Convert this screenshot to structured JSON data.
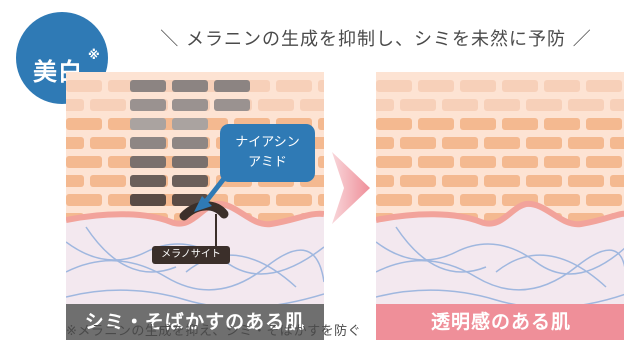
{
  "badge": {
    "label": "美白",
    "sup": "※"
  },
  "headline": "＼ メラニンの生成を抑制し、シミを未然に予防 ／",
  "callout": {
    "line1": "ナイアシン",
    "line2": "アミド"
  },
  "melanocyte_label": "メラノサイト",
  "left_caption": "シミ・そばかすのある肌",
  "right_caption": "透明感のある肌",
  "footnote": "※メラニンの生成を抑え、シミ・そばかすを防ぐ",
  "colors": {
    "badge_blue": "#2f7ab5",
    "skin_peach": "#f7c6a8",
    "cell_peach": "#f4b18e",
    "caption_gray": "#6f6f6f",
    "caption_pink": "#ef8f99",
    "arrow_pink": "#f2a9b0"
  }
}
